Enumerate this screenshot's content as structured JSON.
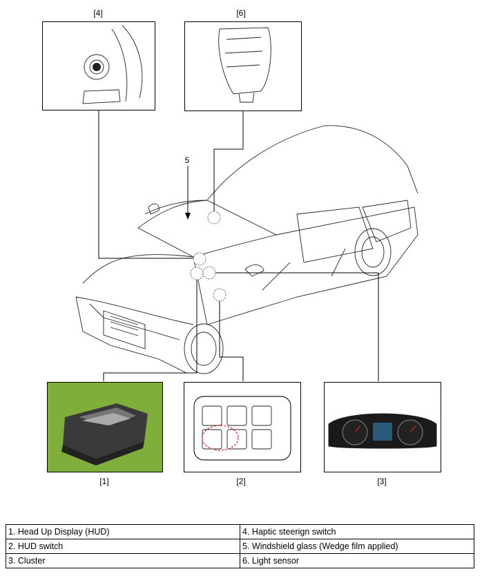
{
  "callouts": {
    "c1": "[1]",
    "c2": "[2]",
    "c3": "[3]",
    "c4": "[4]",
    "c5": "5",
    "c6": "[6]"
  },
  "legend": {
    "rows": [
      [
        "1. Head Up Display (HUD)",
        "4. Haptic steerign switch"
      ],
      [
        "2. HUD switch",
        "5. Windshield glass (Wedge film applied)"
      ],
      [
        "3. Cluster",
        "6. Light sensor"
      ]
    ]
  },
  "colors": {
    "photo_background": "#7fae3a",
    "highlight_circle": "#d0202a"
  }
}
